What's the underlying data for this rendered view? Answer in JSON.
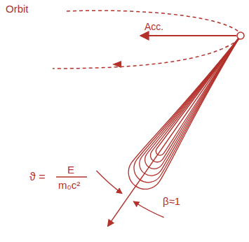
{
  "diagram": {
    "labels": [
      "Orbit",
      "Acc.",
      "ϑ =",
      "E",
      "m₀c²",
      "β≈1"
    ]
  }
}
